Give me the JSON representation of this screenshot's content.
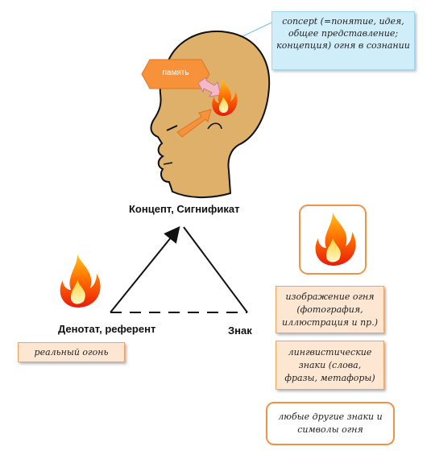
{
  "callout": {
    "line1": "concept (=понятие, идея,",
    "line2": "общее представление;",
    "line3": "концепция) огня в сознании"
  },
  "memory_label": "память",
  "concept_label": "Концепт, Сигнификат",
  "denotat_label": "Денотат, референт",
  "sign_label": "Знак",
  "real_fire": "реальный огонь",
  "image_box": {
    "line1": "изображение огня",
    "line2": "(фотография,",
    "line3": "иллюстрация и пр.)"
  },
  "linguistic_box": {
    "line1": "лингвистические",
    "line2": "знаки (слова,",
    "line3": "фразы, метафоры)"
  },
  "other_box": {
    "line1": "любые другие знаки и",
    "line2": "символы огня"
  },
  "colors": {
    "head": "#deb06a",
    "orange": "#f7923a",
    "peach": "#fde7d2",
    "callout": "#cfeefa"
  }
}
